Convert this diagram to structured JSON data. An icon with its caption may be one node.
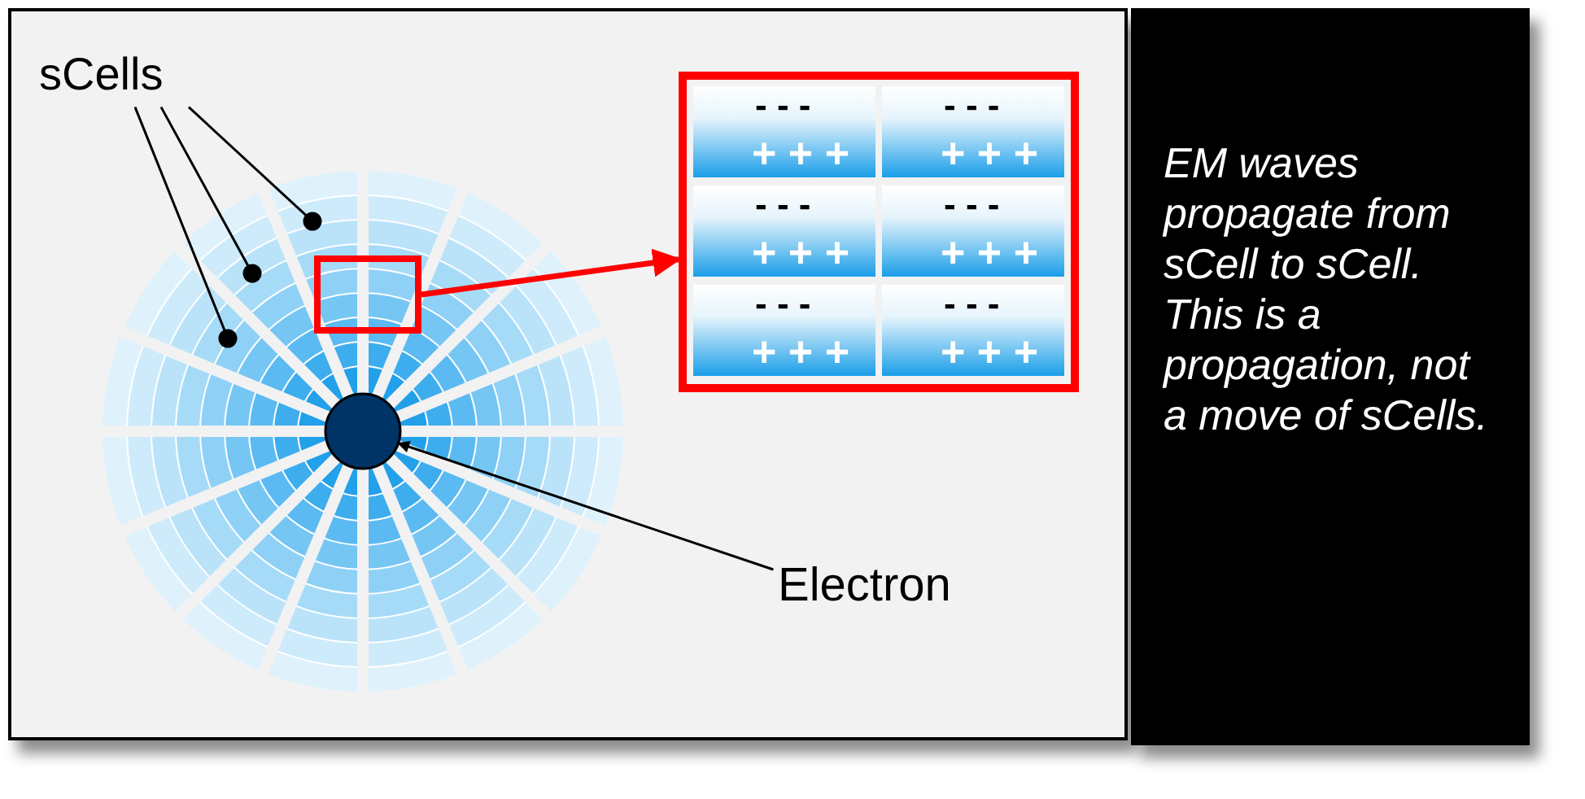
{
  "diagram": {
    "nodes": [
      {
        "text": [
          "sCells"
        ]
      },
      {
        "text": [],
        "shape": "circle"
      },
      {
        "text": [],
        "shape": "circle"
      },
      {
        "text": [],
        "shape": "circle"
      },
      {
        "text": [],
        "shape": "box"
      },
      {
        "text": [],
        "shape": "box"
      },
      {
        "text": [
          "- - -",
          "+ + +"
        ],
        "in": 5
      },
      {
        "text": [
          "- - -",
          "+ + +"
        ],
        "in": 5
      },
      {
        "text": [
          "- - -",
          "+ + +"
        ],
        "in": 5
      },
      {
        "text": [
          "- - -",
          "+ + +"
        ],
        "in": 5
      },
      {
        "text": [
          "- - -",
          "+ + +"
        ],
        "in": 5
      },
      {
        "text": [
          "- - -",
          "+ + +"
        ],
        "in": 5
      },
      {
        "text": [],
        "shape": "circle"
      },
      {
        "text": [
          "Electron"
        ]
      },
      {
        "text": [
          "EM waves propagate from sCell to sCell. This is a propagation, not a move of sCells."
        ]
      }
    ],
    "edges": [
      {
        "from": 0,
        "to": 1,
        "arrow": "none"
      },
      {
        "from": 0,
        "to": 2,
        "arrow": "none"
      },
      {
        "from": 0,
        "to": 3,
        "arrow": "none"
      },
      {
        "from": 4,
        "to": 5,
        "arrow": "to",
        "color": "#ff0000",
        "style": "thick"
      },
      {
        "from": 13,
        "to": 12,
        "arrow": "to"
      }
    ]
  }
}
